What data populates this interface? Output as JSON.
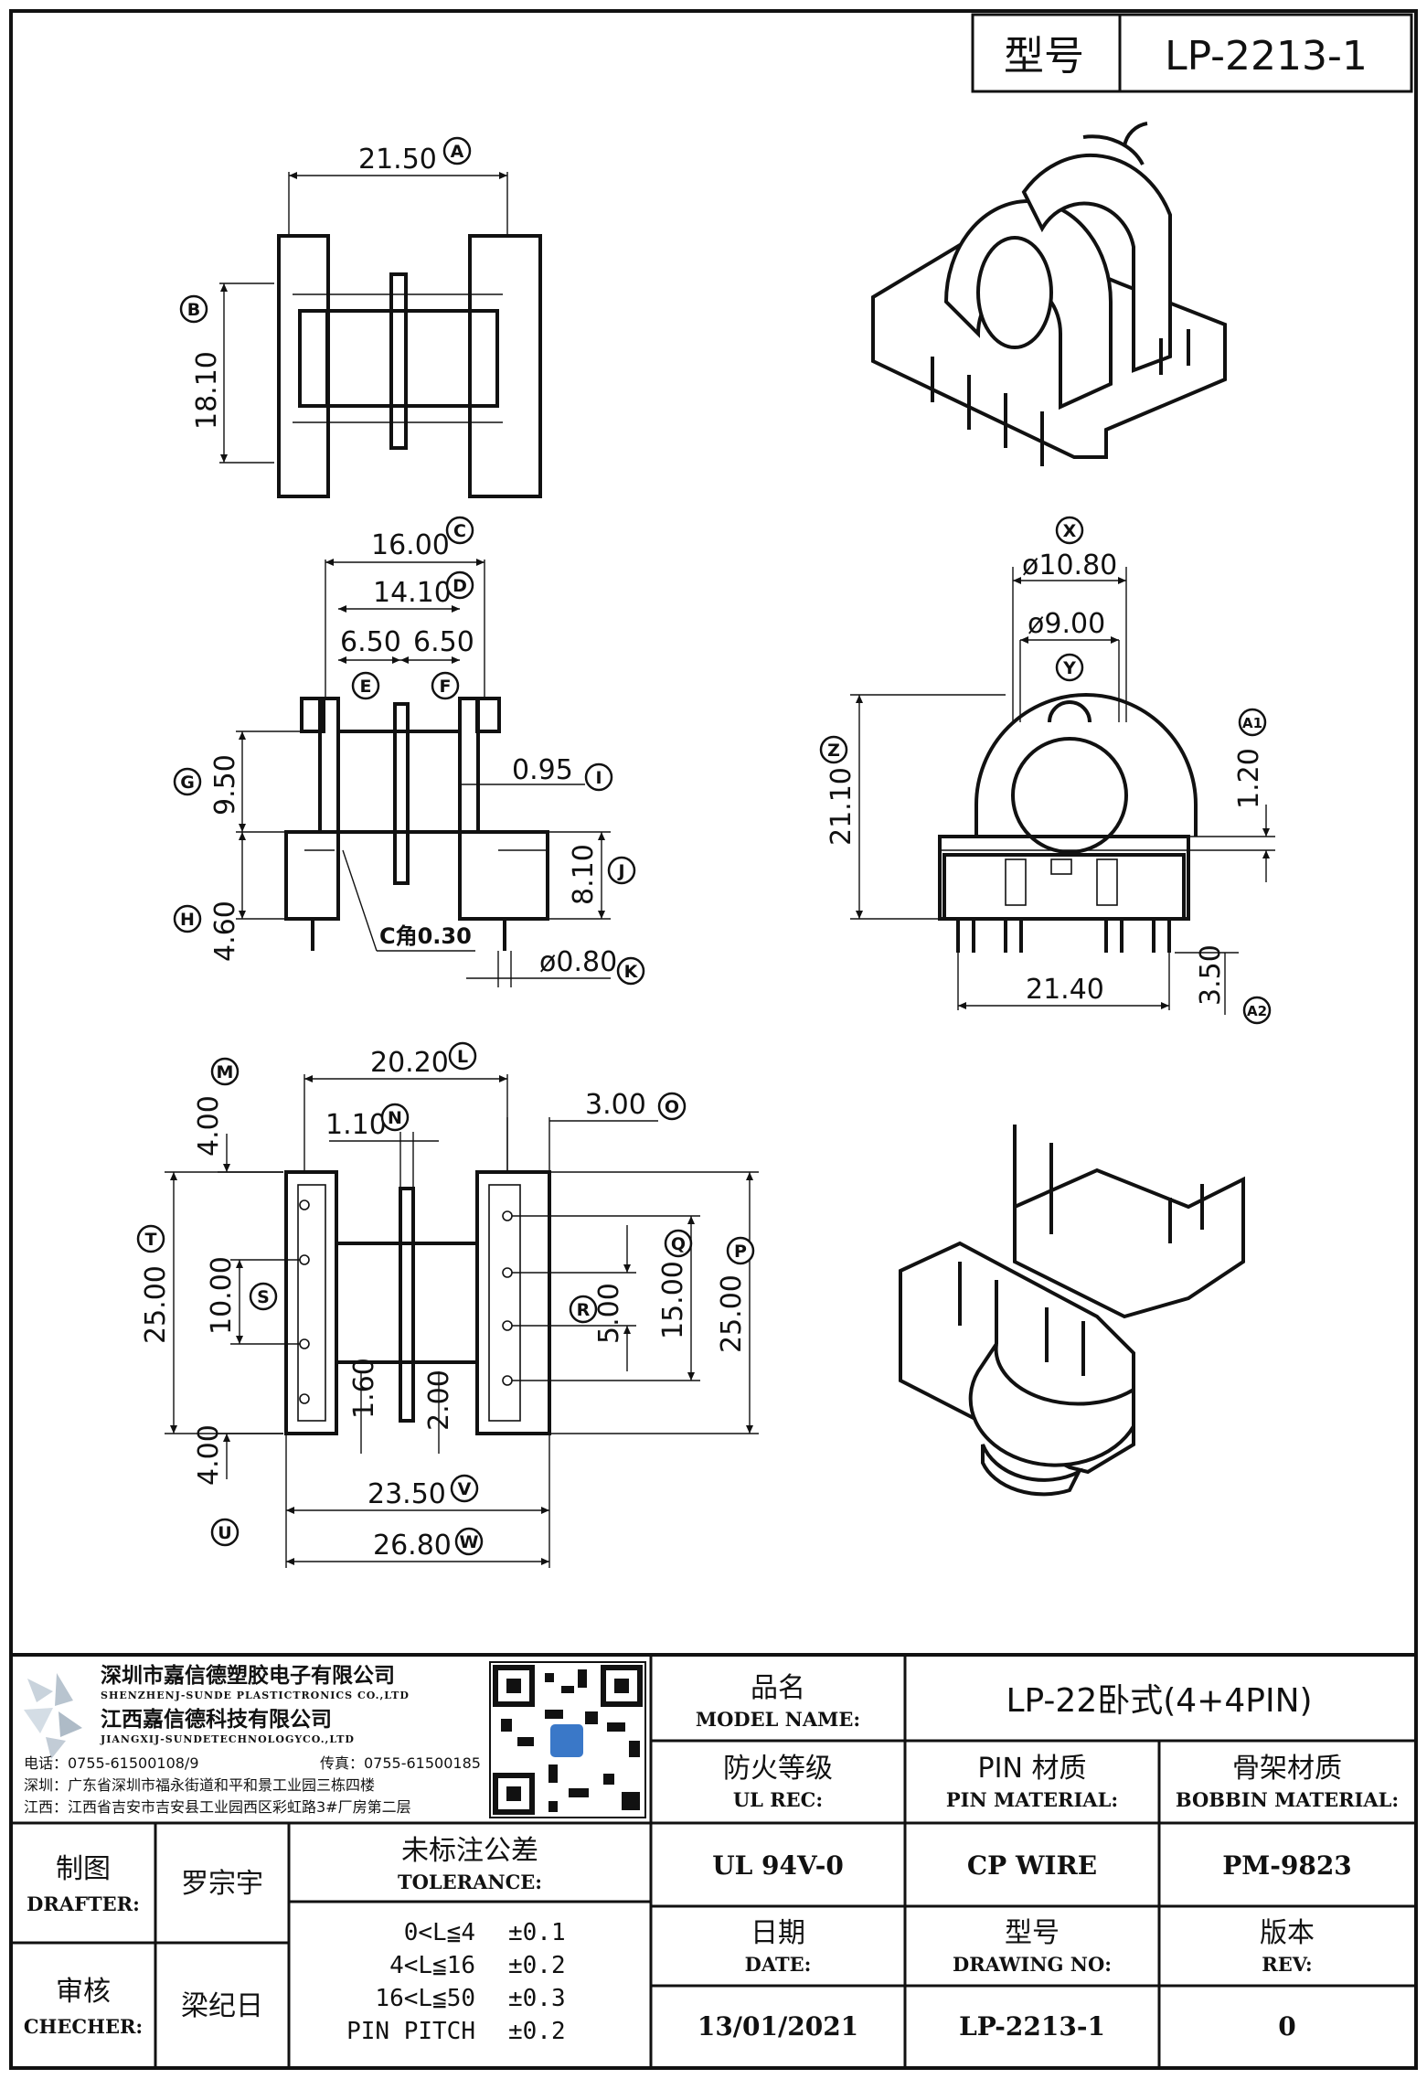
{
  "header": {
    "model_label": "型号",
    "model_value": "LP-2213-1"
  },
  "dimensions": {
    "A": "21.50",
    "B": "18.10",
    "C": "16.00",
    "D": "14.10",
    "E": "6.50",
    "F": "6.50",
    "G": "9.50",
    "H": "4.60",
    "I": "0.95",
    "J": "8.10",
    "K": "ø0.80",
    "chamfer": "C角0.30",
    "X": "ø10.80",
    "Y": "ø9.00",
    "Z": "21.10",
    "A1": "1.20",
    "A2": "3.50",
    "width_front": "21.40",
    "L": "20.20",
    "M": "4.00",
    "N": "1.10",
    "O": "3.00",
    "P": "25.00",
    "Q": "15.00",
    "R": "5.00",
    "S": "10.00",
    "T": "25.00",
    "U": "4.00",
    "V": "23.50",
    "W": "26.80",
    "pad1": "1.60",
    "pad2": "2.00"
  },
  "letters": [
    "A",
    "B",
    "C",
    "D",
    "E",
    "F",
    "G",
    "H",
    "I",
    "J",
    "K",
    "X",
    "Y",
    "Z",
    "A1",
    "A2",
    "L",
    "M",
    "N",
    "O",
    "P",
    "Q",
    "R",
    "S",
    "T",
    "U",
    "V",
    "W"
  ],
  "company": {
    "name_cn_1": "深圳市嘉信德塑胶电子有限公司",
    "name_en_1": "SHENZHENJ-SUNDE PLASTICTRONICS CO.,LTD",
    "name_cn_2": "江西嘉信德科技有限公司",
    "name_en_2": "JIANGXIJ-SUNDETECHNOLOGYCO.,LTD",
    "tel": "电话：0755-61500108/9",
    "fax": "传真：0755-61500185",
    "addr_sz": "深圳：广东省深圳市福永街道和平和景工业园三栋四楼",
    "addr_jx": "江西：江西省吉安市吉安县工业园西区彩虹路3#厂房第二层"
  },
  "title_block": {
    "model_name_cn": "品名",
    "model_name_en": "MODEL NAME:",
    "model_name_value": "LP-22卧式(4+4PIN)",
    "ul_cn": "防火等级",
    "ul_en": "UL REC:",
    "ul_value": "UL 94V-0",
    "pin_cn": "PIN 材质",
    "pin_en": "PIN MATERIAL:",
    "pin_value": "CP WIRE",
    "bobbin_cn": "骨架材质",
    "bobbin_en": "BOBBIN MATERIAL:",
    "bobbin_value": "PM-9823",
    "date_cn": "日期",
    "date_en": "DATE:",
    "date_value": "13/01/2021",
    "drawing_cn": "型号",
    "drawing_en": "DRAWING NO:",
    "drawing_value": "LP-2213-1",
    "rev_cn": "版本",
    "rev_en": "REV:",
    "rev_value": "0",
    "drafter_cn": "制图",
    "drafter_en": "DRAFTER:",
    "drafter_value": "罗宗宇",
    "checker_cn": "审核",
    "checker_en": "CHECHER:",
    "checker_value": "梁纪日",
    "tol_cn": "未标注公差",
    "tol_en": "TOLERANCE:",
    "tolerances": [
      {
        "range": "0<L≦4",
        "value": "±0.1"
      },
      {
        "range": "4<L≦16",
        "value": "±0.2"
      },
      {
        "range": "16<L≦50",
        "value": "±0.3"
      },
      {
        "range": "PIN PITCH",
        "value": "±0.2"
      }
    ]
  }
}
